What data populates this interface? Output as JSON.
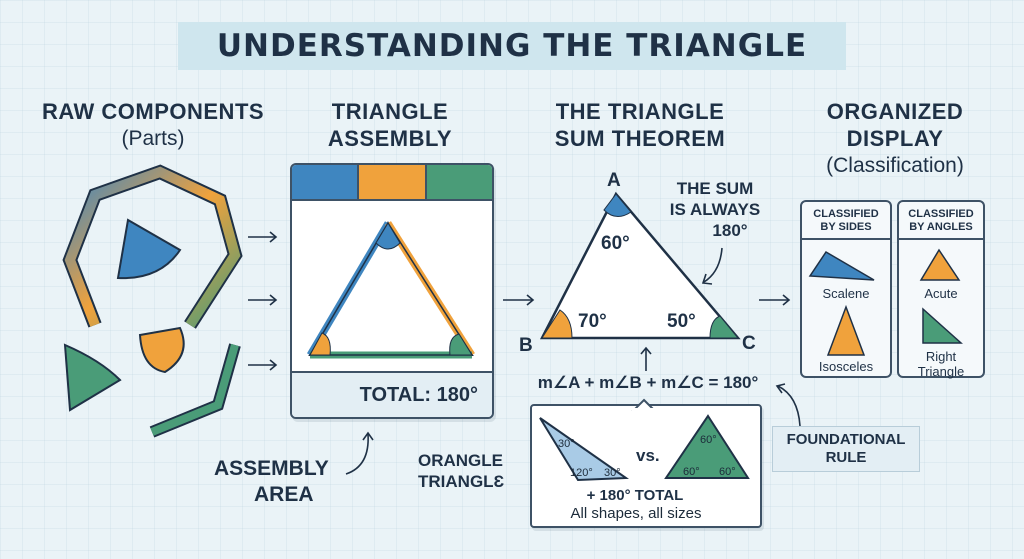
{
  "title": "UNDERSTANDING THE TRIANGLE",
  "columns": {
    "raw": {
      "title": "RAW COMPONENTS",
      "subtitle": "(Parts)"
    },
    "assembly": {
      "title_line1": "TRIANGLE",
      "title_line2": "ASSEMBLY",
      "total": "TOTAL: 180°",
      "area_line1": "ASSEMBLY",
      "area_line2": "AREA"
    },
    "theorem": {
      "title_line1": "THE TRIANGLE",
      "title_line2": "SUM THEOREM",
      "vertex_a": "A",
      "vertex_b": "B",
      "vertex_c": "C",
      "angle_a": "60°",
      "angle_b": "70°",
      "angle_c": "50°",
      "note_line1": "THE SUM",
      "note_line2": "IS ALWAYS",
      "note_line3": "180°",
      "equation": "m∠A + m∠B + m∠C = 180°"
    },
    "display": {
      "title_line1": "ORGANIZED",
      "title_line2": "DISPLAY",
      "subtitle": "(Classification)",
      "sides_head_line1": "CLASSIFIED",
      "sides_head_line2": "BY SIDES",
      "angles_head_line1": "CLASSIFIED",
      "angles_head_line2": "BY ANGLES",
      "scalene": "Scalene",
      "isosceles": "Isosceles",
      "acute": "Acute",
      "right_line1": "Right",
      "right_line2": "Triangle"
    }
  },
  "comparison": {
    "left_angles": [
      "30°",
      "120°",
      "30°"
    ],
    "vs": "vs.",
    "right_angles": [
      "60°",
      "60°",
      "60°"
    ],
    "total": "+ 180° TOTAL",
    "caption": "All shapes, all sizes",
    "side_label_line1": "ORANGLE",
    "side_label_line2": "TRIANGLƐ"
  },
  "rule": {
    "line1": "FOUNDATIONAL",
    "line2": "RULE"
  },
  "colors": {
    "blue": "#3f86c0",
    "orange": "#f0a23c",
    "green": "#4a9c78",
    "dark": "#1f3146"
  }
}
